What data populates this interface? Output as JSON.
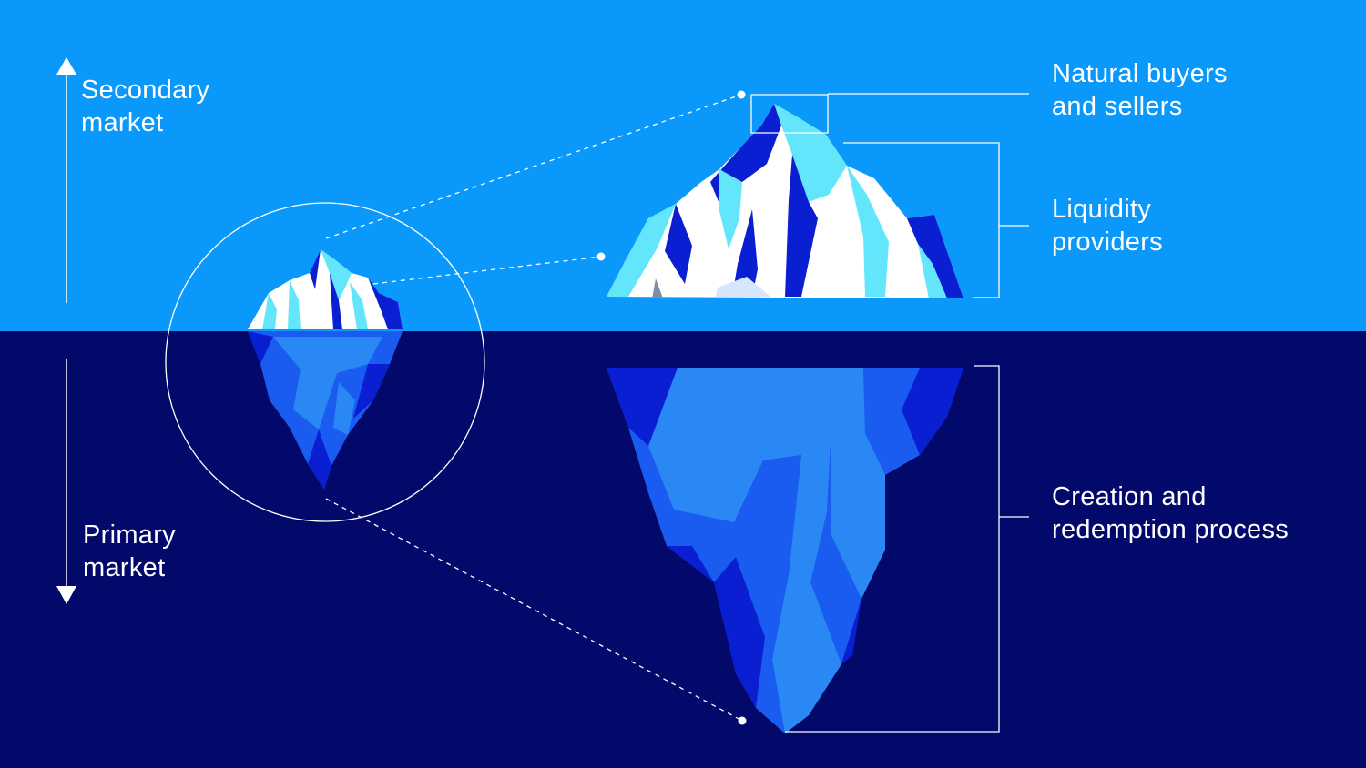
{
  "colors": {
    "sky": "#0a99fb",
    "sea": "#03096b",
    "white": "#ffffff",
    "cyan": "#63e6fb",
    "royal": "#0a1fd2",
    "mid_blue": "#1a5cf0",
    "light_blue": "#2a88f5"
  },
  "labels": {
    "secondary_market": [
      "Secondary",
      "market"
    ],
    "primary_market": [
      "Primary",
      "market"
    ],
    "natural_buyers": [
      "Natural buyers",
      "and sellers"
    ],
    "liquidity_providers": [
      "Liquidity",
      "providers"
    ],
    "creation_redemption": [
      "Creation and",
      "redemption process"
    ]
  },
  "icons": {
    "up_arrow": "arrow-up-icon",
    "down_arrow": "arrow-down-icon"
  }
}
